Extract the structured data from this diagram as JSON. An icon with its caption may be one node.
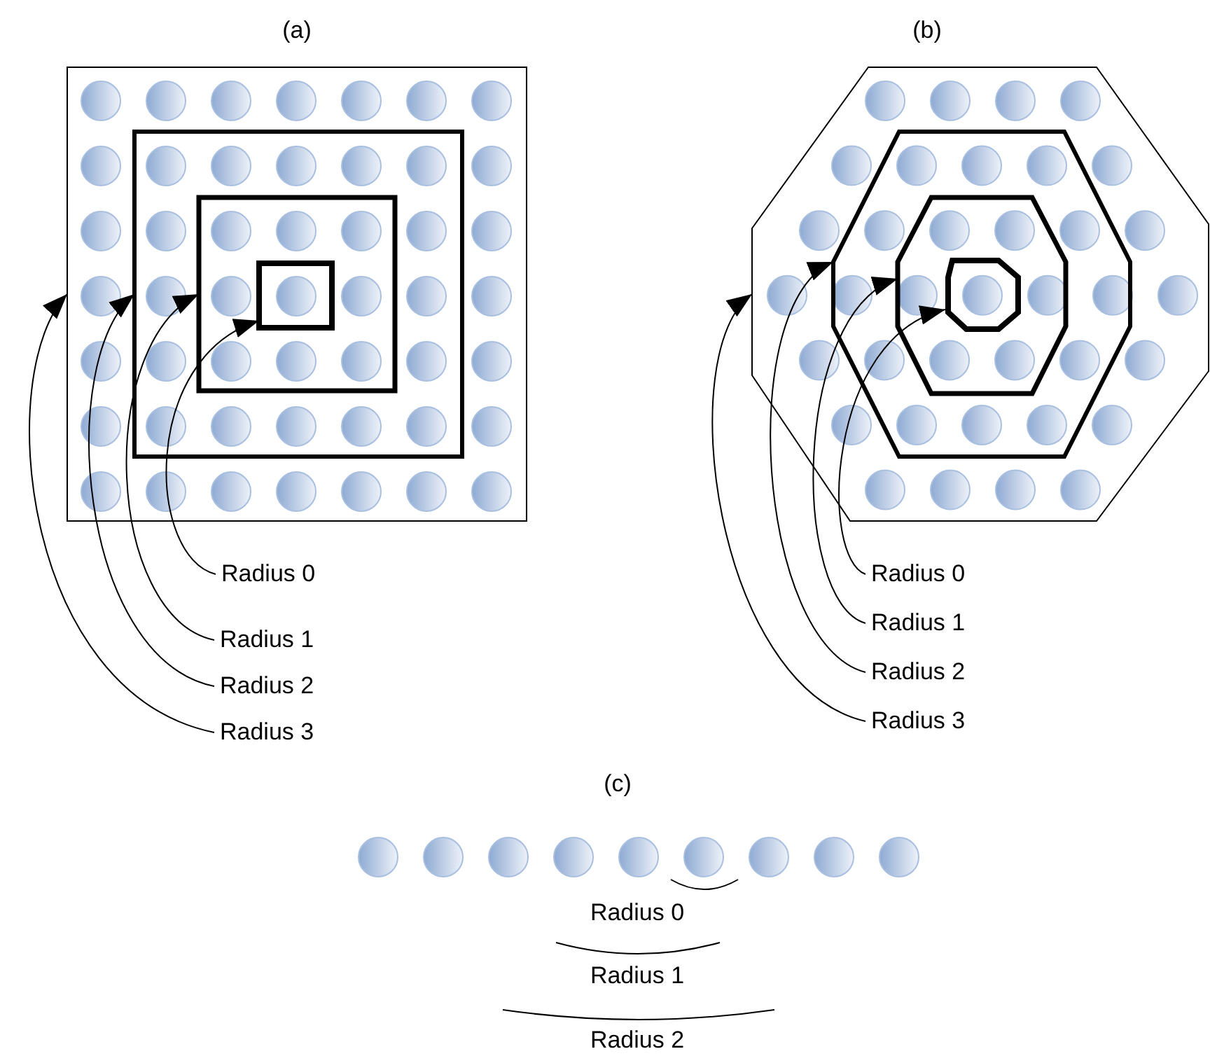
{
  "diagram": {
    "nodes": [
      {
        "text": [
          "Radius 0"
        ]
      },
      {
        "text": [
          "Radius 1"
        ]
      },
      {
        "text": [
          "Radius 2"
        ]
      },
      {
        "text": [
          "Radius 3"
        ]
      },
      {
        "text": [],
        "shape": "box",
        "in": 5
      },
      {
        "text": [],
        "shape": "box",
        "in": 6
      },
      {
        "text": [],
        "shape": "box",
        "in": 7
      },
      {
        "text": [],
        "shape": "box"
      },
      {
        "text": [
          "Radius 0"
        ]
      },
      {
        "text": [
          "Radius 1"
        ]
      },
      {
        "text": [
          "Radius 2"
        ]
      },
      {
        "text": [
          "Radius 3"
        ]
      },
      {
        "text": [],
        "shape": "octagon",
        "in": 13
      },
      {
        "text": [],
        "shape": "octagon",
        "in": 14
      },
      {
        "text": [],
        "shape": "hexagon",
        "in": 15
      },
      {
        "text": [],
        "shape": "octagon"
      }
    ],
    "edges": [
      {
        "from": 0,
        "to": 4,
        "arrow": "to"
      },
      {
        "from": 1,
        "to": 5,
        "arrow": "to"
      },
      {
        "from": 2,
        "to": 6,
        "arrow": "to"
      },
      {
        "from": 3,
        "to": 7,
        "arrow": "to"
      },
      {
        "from": 8,
        "to": 12,
        "arrow": "to"
      },
      {
        "from": 9,
        "to": 13,
        "arrow": "to"
      },
      {
        "from": 10,
        "to": 14,
        "arrow": "to"
      },
      {
        "from": 11,
        "to": 15,
        "arrow": "to"
      }
    ],
    "labels": [
      "(a)",
      "(b)",
      "(c)",
      "Radius 0",
      "Radius 1",
      "Radius 2"
    ]
  }
}
